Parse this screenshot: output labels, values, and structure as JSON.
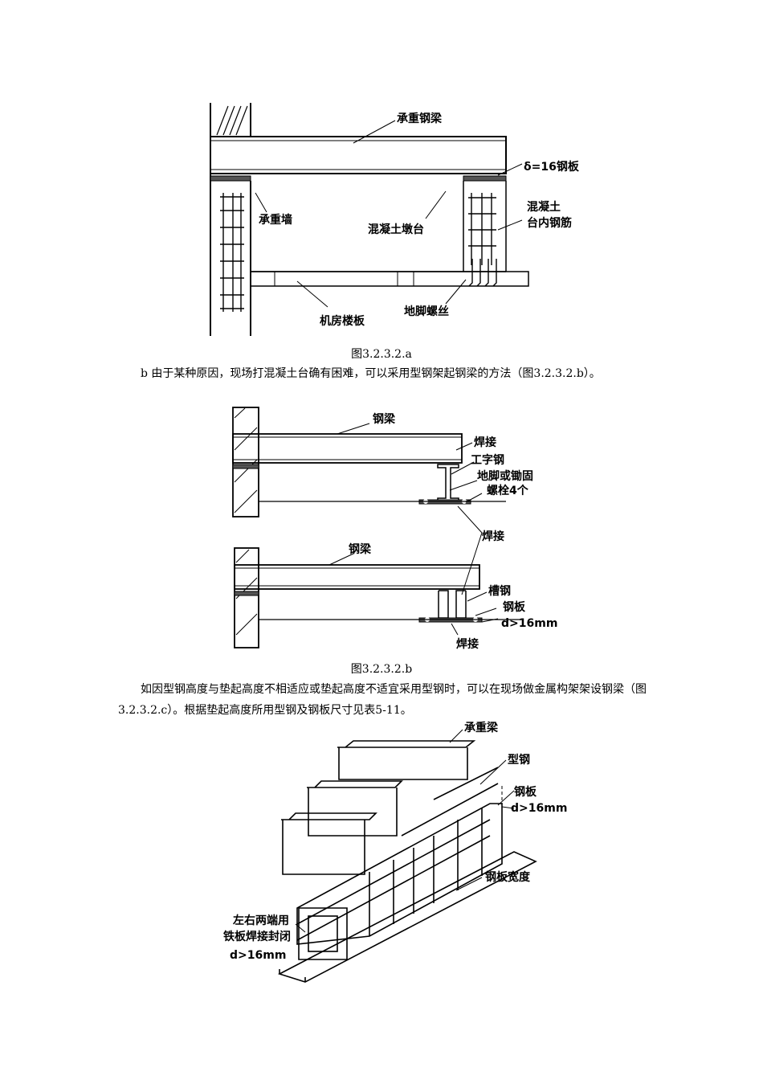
{
  "figure_a": {
    "caption": "图3.2.3.2.a",
    "labels": {
      "beam": "承重钢梁",
      "plate": "δ=16钢板",
      "wall": "承重墙",
      "pier": "混凝土墩台",
      "rebar_line1": "混凝土",
      "rebar_line2": "台内钢筋",
      "floor": "机房楼板",
      "bolt": "地脚螺丝"
    }
  },
  "paragraph_b": "b 由于某种原因，现场打混凝土台确有困难，可以采用型钢架起钢梁的方法（图3.2.3.2.b）。",
  "figure_b": {
    "caption": "图3.2.3.2.b",
    "top": {
      "beam": "钢梁",
      "weld": "焊接",
      "ibeam": "工字钢",
      "bolt_line1": "地脚或锄固",
      "bolt_line2": "螺栓4个"
    },
    "bottom": {
      "weld_top": "焊接",
      "beam": "钢梁",
      "channel": "槽钢",
      "plate": "钢板",
      "thickness": "d>16mm",
      "weld_bottom": "焊接"
    }
  },
  "paragraph_c": "如因型钢高度与垫起高度不相适应或垫起高度不适宜采用型钢时，可以在现场做金属构架架设钢梁（图3.2.3.2.c）。根据垫起高度所用型钢及钢板尺寸见表5-11。",
  "figure_c": {
    "labels": {
      "main_beam": "承重梁",
      "section_steel": "型钢",
      "plate": "钢板",
      "thickness_right": "d>16mm",
      "plate_width": "钢板宽度",
      "ends_line1": "左右两端用",
      "ends_line2": "铁板焊接封闭",
      "thickness_left": "d>16mm"
    }
  }
}
